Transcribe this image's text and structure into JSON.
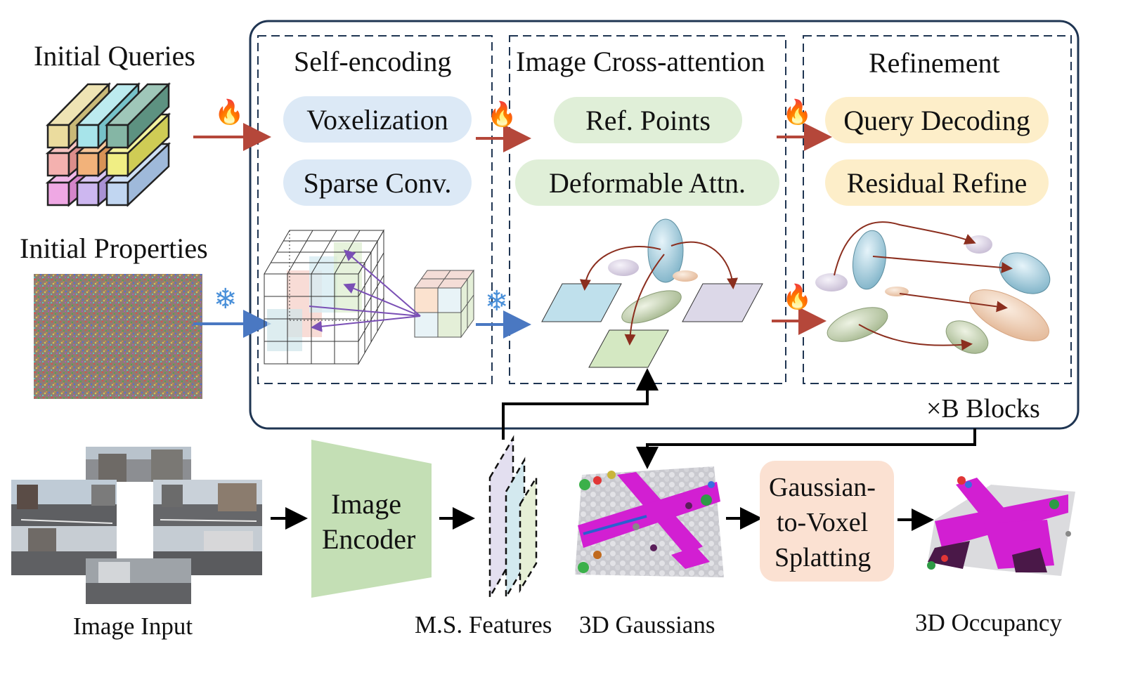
{
  "left": {
    "initial_queries": "Initial Queries",
    "initial_properties": "Initial Properties"
  },
  "stages": {
    "self_encoding": {
      "title": "Self-encoding",
      "items": [
        "Voxelization",
        "Sparse Conv."
      ]
    },
    "cross_attention": {
      "title": "Image Cross-attention",
      "items": [
        "Ref. Points",
        "Deformable Attn."
      ]
    },
    "refinement": {
      "title": "Refinement",
      "items": [
        "Query Decoding",
        "Residual Refine"
      ]
    }
  },
  "blocks_label": "×B Blocks",
  "bottom": {
    "image_input": "Image Input",
    "image_encoder": [
      "Image",
      "Encoder"
    ],
    "ms_features": "M.S. Features",
    "gaussians": "3D Gaussians",
    "splatting": [
      "Gaussian-",
      "to-Voxel",
      "Splatting"
    ],
    "occupancy": "3D Occupancy"
  },
  "icons": {
    "trainable": "fire-icon",
    "frozen": "snowflake-icon"
  },
  "colors": {
    "container_border": "#1f3552",
    "trainable_arrow": "#b5473a",
    "frozen_arrow": "#4a78c2",
    "encoder_fill": "#c4dfb5",
    "splat_fill": "#fbe1d2",
    "road_magenta": "#d21fd2"
  }
}
